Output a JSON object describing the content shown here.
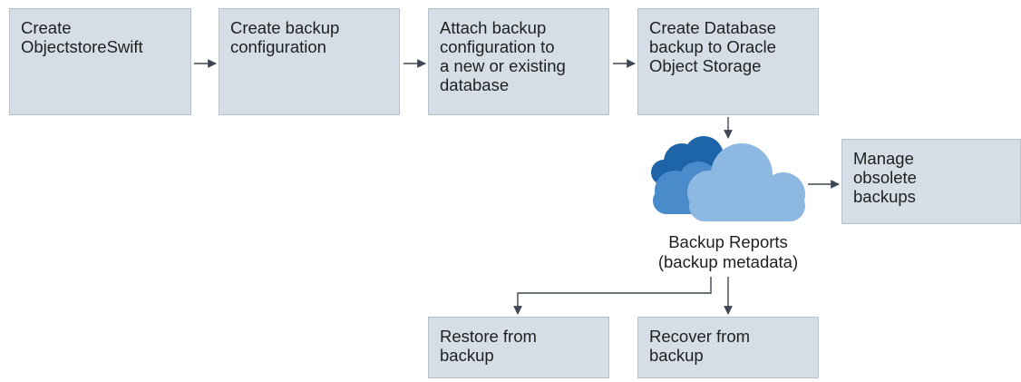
{
  "steps": {
    "create_objectstore": "Create\nObjectstoreSwift",
    "create_backup_config": "Create backup\nconfiguration",
    "attach_backup_config": "Attach backup\nconfiguration to\na new or existing\ndatabase",
    "create_db_backup": "Create Database\nbackup to Oracle\nObject Storage",
    "manage_obsolete": "Manage\nobsolete\nbackups",
    "restore": "Restore from\nbackup",
    "recover": "Recover from\nbackup"
  },
  "cloud": {
    "icon": "cloud-icon",
    "label_line1": "Backup Reports",
    "label_line2": "(backup metadata)"
  },
  "colors": {
    "box_fill": "#d5dee6",
    "box_border": "#b7c2cc",
    "arrow": "#3d4654",
    "cloud_dark": "#1e64a8",
    "cloud_mid": "#4a8ccb",
    "cloud_light": "#8db8e2"
  }
}
